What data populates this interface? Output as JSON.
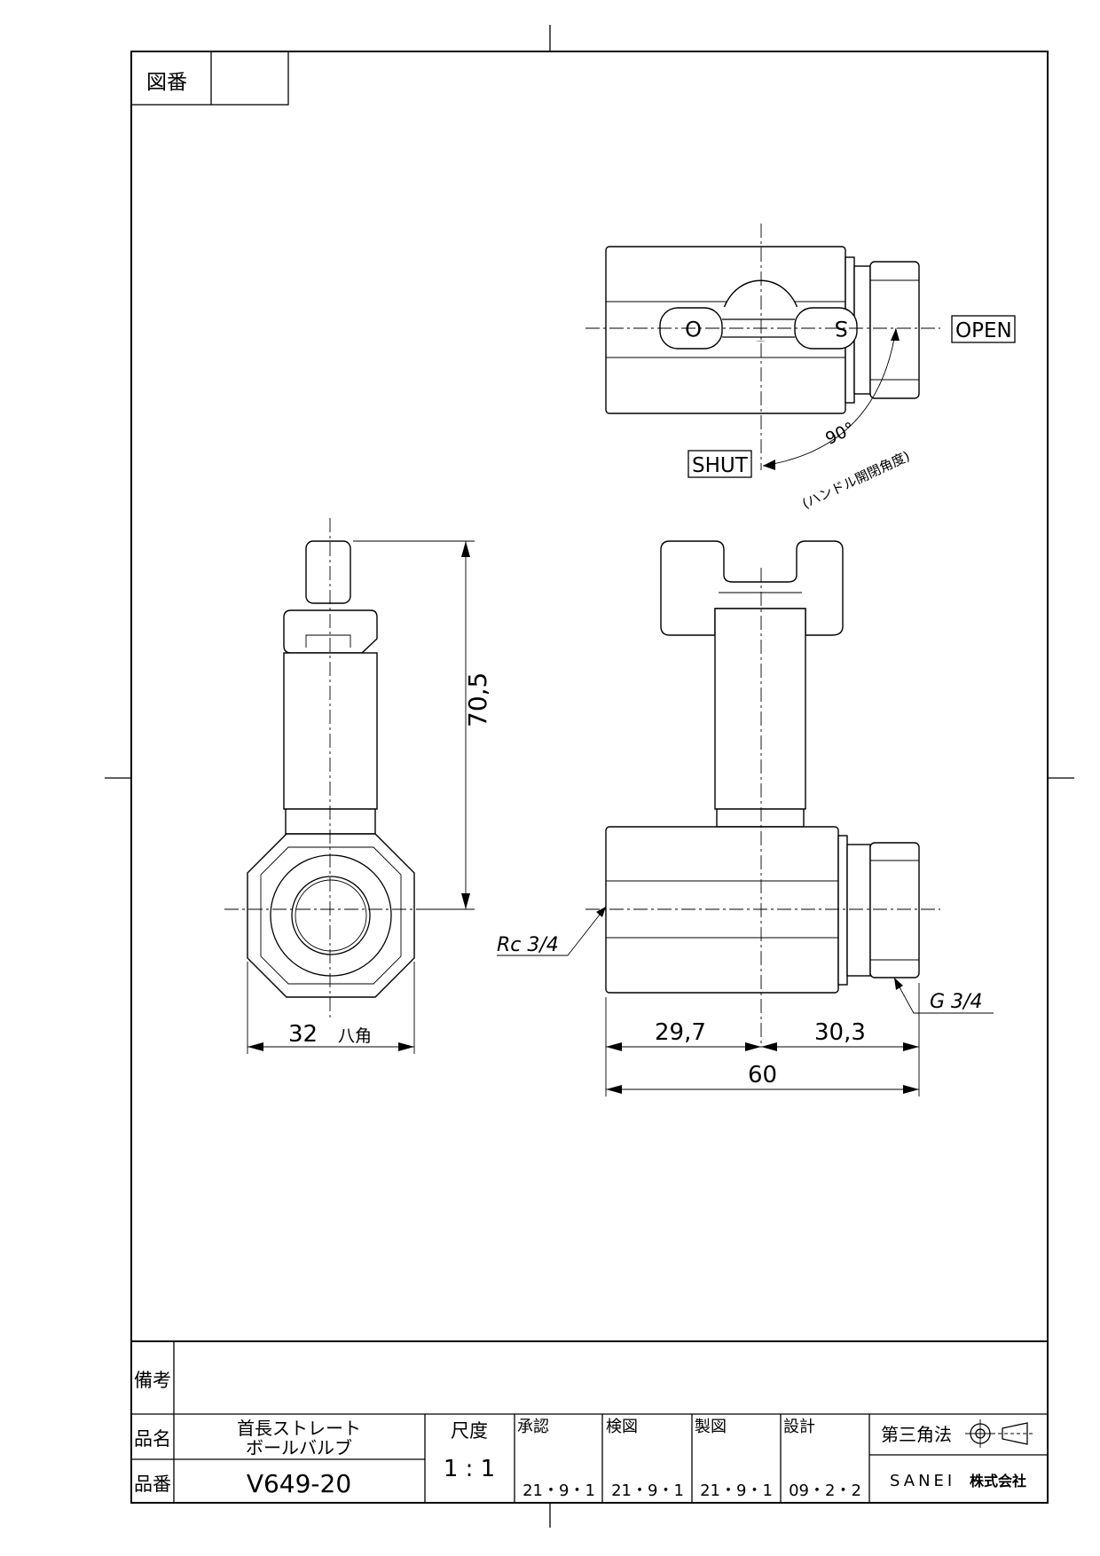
{
  "drawing_number": {
    "label": "図番",
    "value": ""
  },
  "views": {
    "top": {
      "open_label": "OPEN",
      "shut_label": "SHUT",
      "angle_label": "90°",
      "angle_note": "(ハンドル開閉角度)",
      "handle_mark_left": "O",
      "handle_mark_right": "S"
    },
    "side": {
      "height_dim": "70,5",
      "width_dim": "32",
      "width_note": "八角"
    },
    "front": {
      "left_dim": "29,7",
      "right_dim": "30,3",
      "total_dim": "60",
      "inlet_thread": "Rc 3/4",
      "outlet_thread": "G 3/4"
    }
  },
  "title_block": {
    "remarks_label": "備考",
    "remarks_value": "",
    "product_name_label": "品名",
    "product_name_line1": "首長ストレート",
    "product_name_line2": "ボールバルブ",
    "product_number_label": "品番",
    "product_number": "V649-20",
    "scale_label": "尺度",
    "scale_value": "1 : 1",
    "approved_label": "承認",
    "approved_date": "21・9・1",
    "checked_label": "検図",
    "checked_date": "21・9・1",
    "drawn_label": "製図",
    "drawn_date": "21・9・1",
    "designed_label": "設計",
    "designed_date": "09・2・2",
    "projection_label": "第三角法",
    "company": "SANEI",
    "company_suffix": "株式会社"
  }
}
